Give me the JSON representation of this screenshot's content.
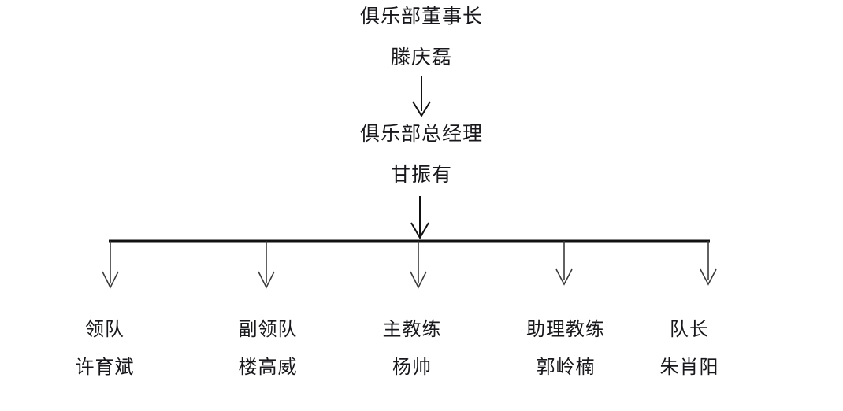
{
  "diagram": {
    "type": "organization-chart",
    "title_text": "",
    "colors": {
      "text": "#18181c",
      "line": "#111111",
      "background": "#ffffff"
    },
    "levels": [
      {
        "id": "chairman",
        "title": "俱乐部董事长",
        "name": "滕庆磊"
      },
      {
        "id": "general-manager",
        "title": "俱乐部总经理",
        "name": "甘振有"
      }
    ],
    "branches": [
      {
        "id": "team-leader",
        "title": "领队",
        "name": "许育斌"
      },
      {
        "id": "deputy-team-leader",
        "title": "副领队",
        "name": "楼高威"
      },
      {
        "id": "head-coach",
        "title": "主教练",
        "name": "杨帅"
      },
      {
        "id": "assistant-coach",
        "title": "助理教练",
        "name": "郭岭楠"
      },
      {
        "id": "captain",
        "title": "队长",
        "name": "朱肖阳"
      }
    ]
  }
}
